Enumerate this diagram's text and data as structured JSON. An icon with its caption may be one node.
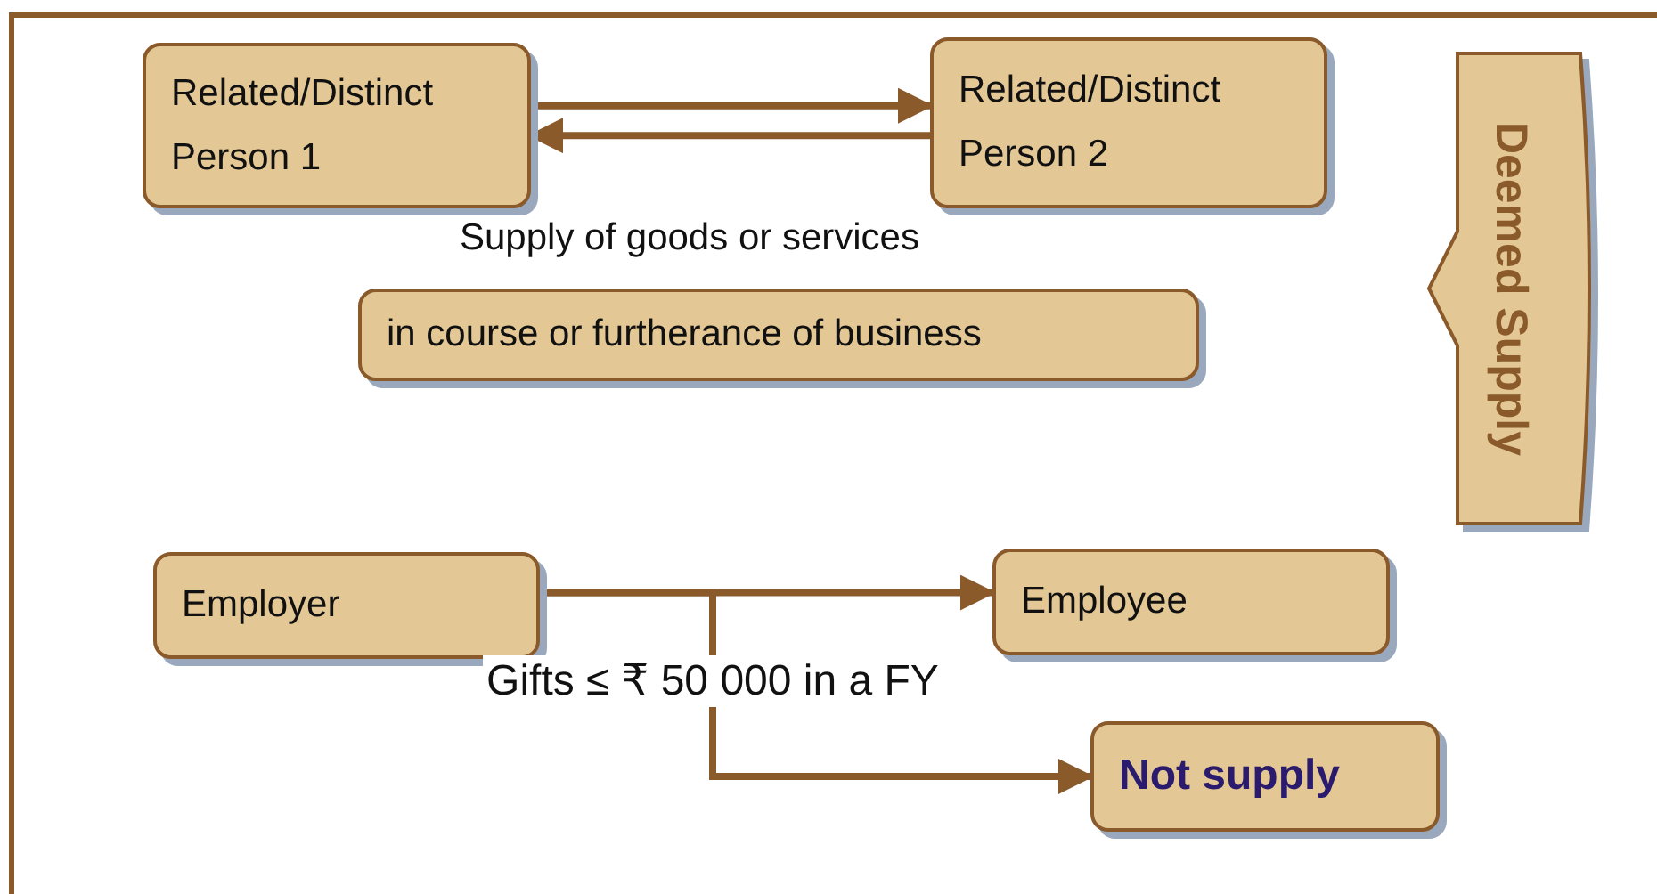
{
  "diagram": {
    "nodes": [
      {
        "text": [
          "Related/Distinct Person 1"
        ]
      },
      {
        "text": [
          "Related/Distinct Person 2"
        ]
      },
      {
        "text": [
          "in course or furtherance of business"
        ]
      },
      {
        "text": [
          "Deemed Supply"
        ]
      },
      {
        "text": [
          "Employer"
        ]
      },
      {
        "text": [
          "Employee"
        ]
      },
      {
        "text": [
          "Not supply"
        ]
      }
    ],
    "edges": [
      {
        "from": 0,
        "to": 1,
        "arrow": "to"
      },
      {
        "from": 1,
        "to": 0,
        "arrow": "to"
      },
      {
        "from": 4,
        "to": 5,
        "arrow": "to"
      },
      {
        "from": 4,
        "to": 6,
        "arrow": "to",
        "label": "Gifts ≤ ₹ 50 000 in a FY"
      }
    ],
    "labels": [
      "Supply of goods or services"
    ]
  }
}
